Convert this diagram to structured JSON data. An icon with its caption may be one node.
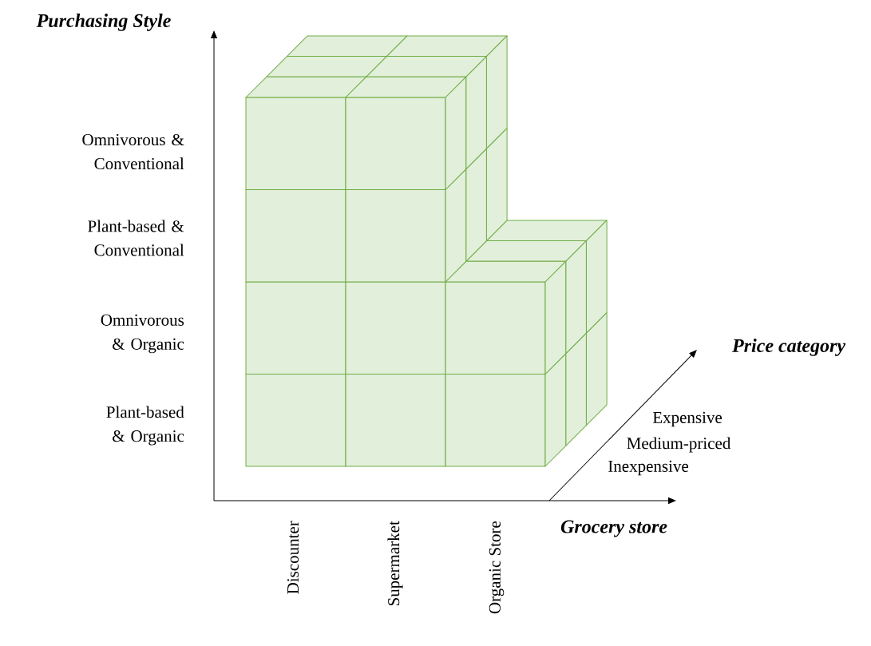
{
  "diagram": {
    "labels": [
      "Purchasing Style",
      "Omnivorous & Conventional",
      "Plant-based & Conventional",
      "Omnivorous & Organic",
      "Plant-based & Organic",
      "Price category",
      "Expensive",
      "Medium-priced",
      "Inexpensive",
      "Discounter",
      "Supermarket",
      "Organic Store",
      "Grocery store"
    ]
  }
}
